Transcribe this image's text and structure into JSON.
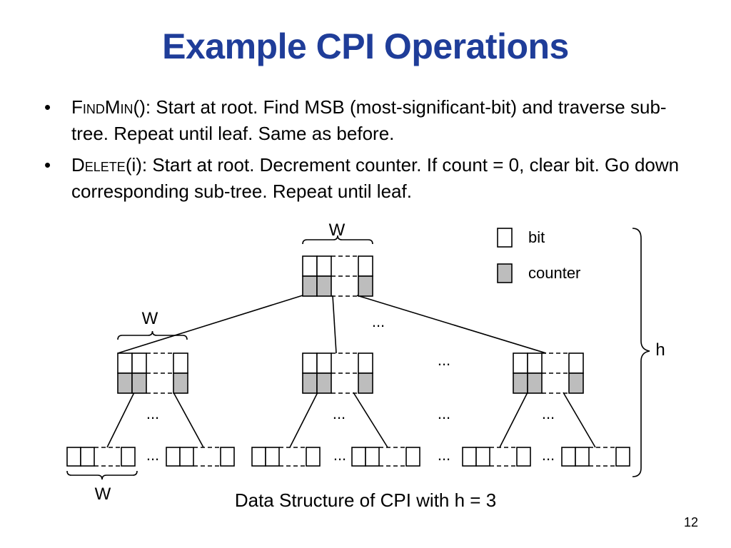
{
  "slide": {
    "title": "Example CPI Operations",
    "page_number": "12",
    "caption": "Data Structure of CPI with h = 3"
  },
  "bullets": [
    {
      "op": "FindMin",
      "rest": "(): Start at root. Find MSB (most-significant-bit) and traverse sub-tree. Repeat until leaf. Same as before."
    },
    {
      "op": "Delete",
      "rest": "(i): Start at root. Decrement counter. If count = 0, clear bit.  Go down corresponding sub-tree. Repeat until leaf."
    }
  ],
  "diagram": {
    "w_label": "W",
    "h_label": "h",
    "ellipsis": "...",
    "legend": {
      "bit": "bit",
      "counter": "counter"
    },
    "colors": {
      "counter_fill": "#bdbdbd",
      "stroke": "#000000"
    }
  }
}
